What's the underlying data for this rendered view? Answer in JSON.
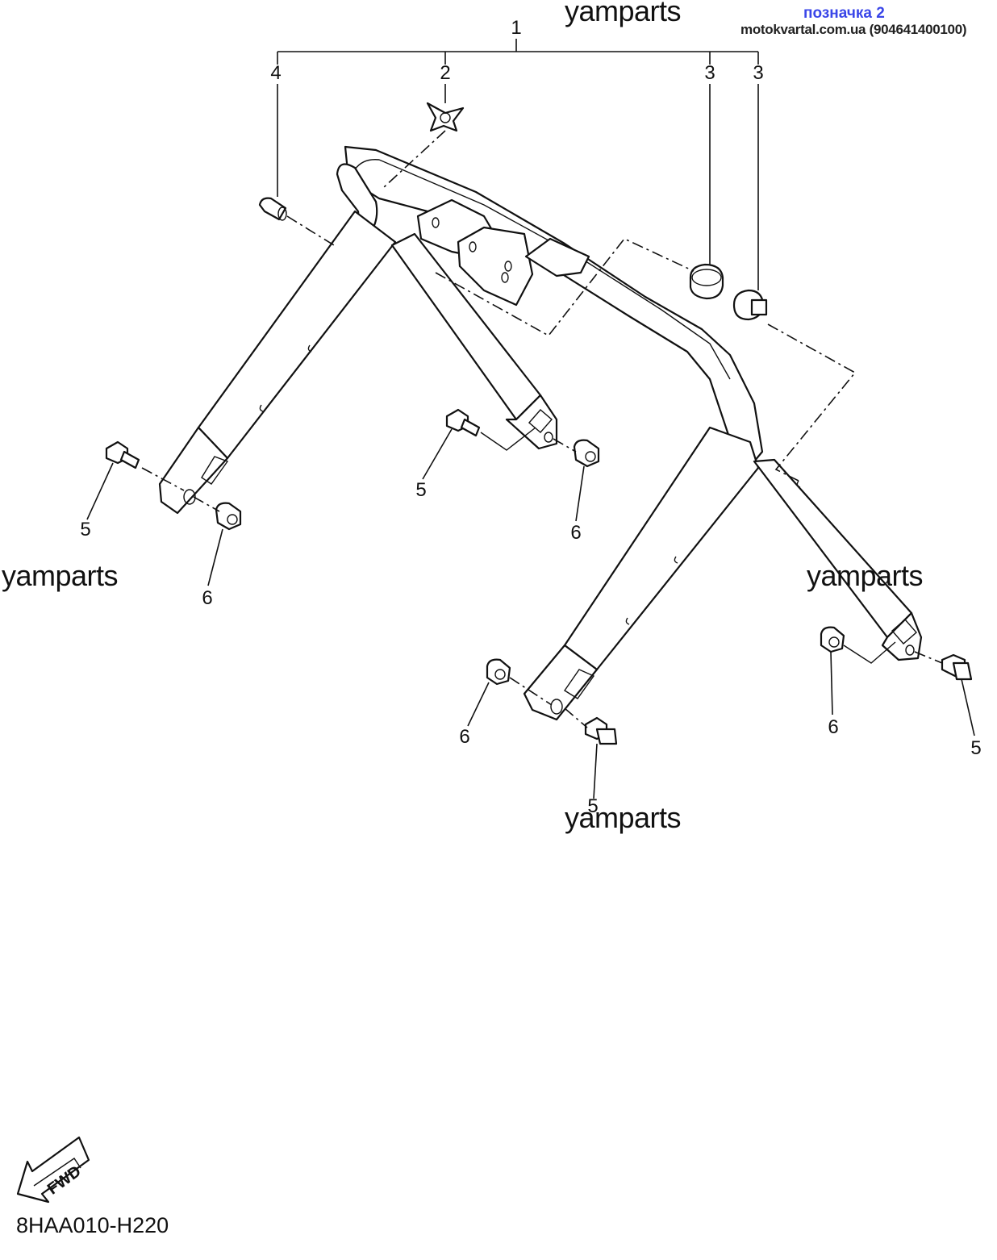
{
  "watermarks": [
    "yamparts",
    "yamparts",
    "yamparts",
    "yamparts"
  ],
  "tag": {
    "title": "позначка 2",
    "site": "motokvartal.com.ua (904641400100)"
  },
  "callouts": [
    {
      "id": "1",
      "text": "1"
    },
    {
      "id": "2",
      "text": "2"
    },
    {
      "id": "3a",
      "text": "3"
    },
    {
      "id": "3b",
      "text": "3"
    },
    {
      "id": "4",
      "text": "4"
    },
    {
      "id": "5a",
      "text": "5"
    },
    {
      "id": "5b",
      "text": "5"
    },
    {
      "id": "5c",
      "text": "5"
    },
    {
      "id": "5d",
      "text": "5"
    },
    {
      "id": "6a",
      "text": "6"
    },
    {
      "id": "6b",
      "text": "6"
    },
    {
      "id": "6c",
      "text": "6"
    },
    {
      "id": "6d",
      "text": "6"
    }
  ],
  "fwd_label": "FWD",
  "diagram_code": "8HAA010-H220",
  "colors": {
    "tag_title": "#3a46e8",
    "ink": "#111111"
  }
}
